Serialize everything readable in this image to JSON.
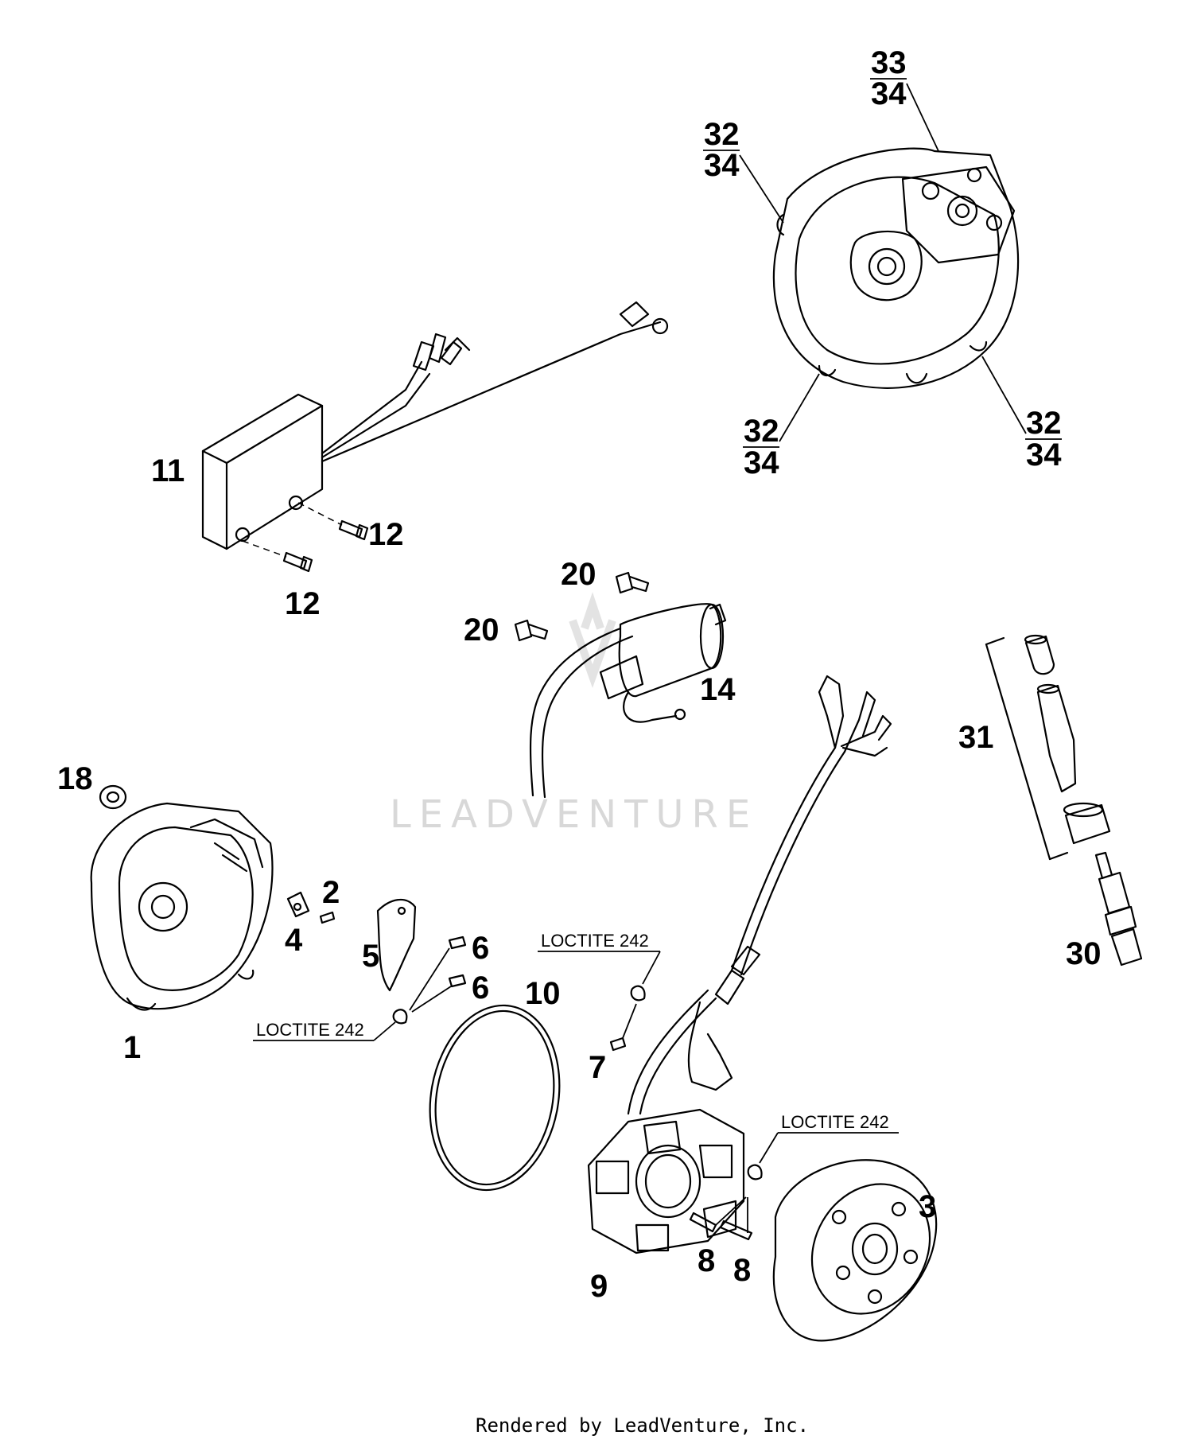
{
  "callouts": {
    "c1": "1",
    "c2": "2",
    "c3": "3",
    "c4": "4",
    "c5": "5",
    "c6a": "6",
    "c6b": "6",
    "c7": "7",
    "c8a": "8",
    "c8b": "8",
    "c9": "9",
    "c10": "10",
    "c11": "11",
    "c12a": "12",
    "c12b": "12",
    "c14": "14",
    "c18": "18",
    "c20a": "20",
    "c20b": "20",
    "c30": "30",
    "c31": "31",
    "c33top": "33",
    "c34under33": "34",
    "c32left": "32",
    "c34left": "34",
    "c32bottomleft": "32",
    "c34bottomleft": "34",
    "c32bottomright": "32",
    "c34bottomright": "34"
  },
  "notes": {
    "loctite_6": "LOCTITE 242",
    "loctite_7": "LOCTITE 242",
    "loctite_8": "LOCTITE 242"
  },
  "watermark": "LEADVENTURE",
  "footer": "Rendered by LeadVenture, Inc."
}
